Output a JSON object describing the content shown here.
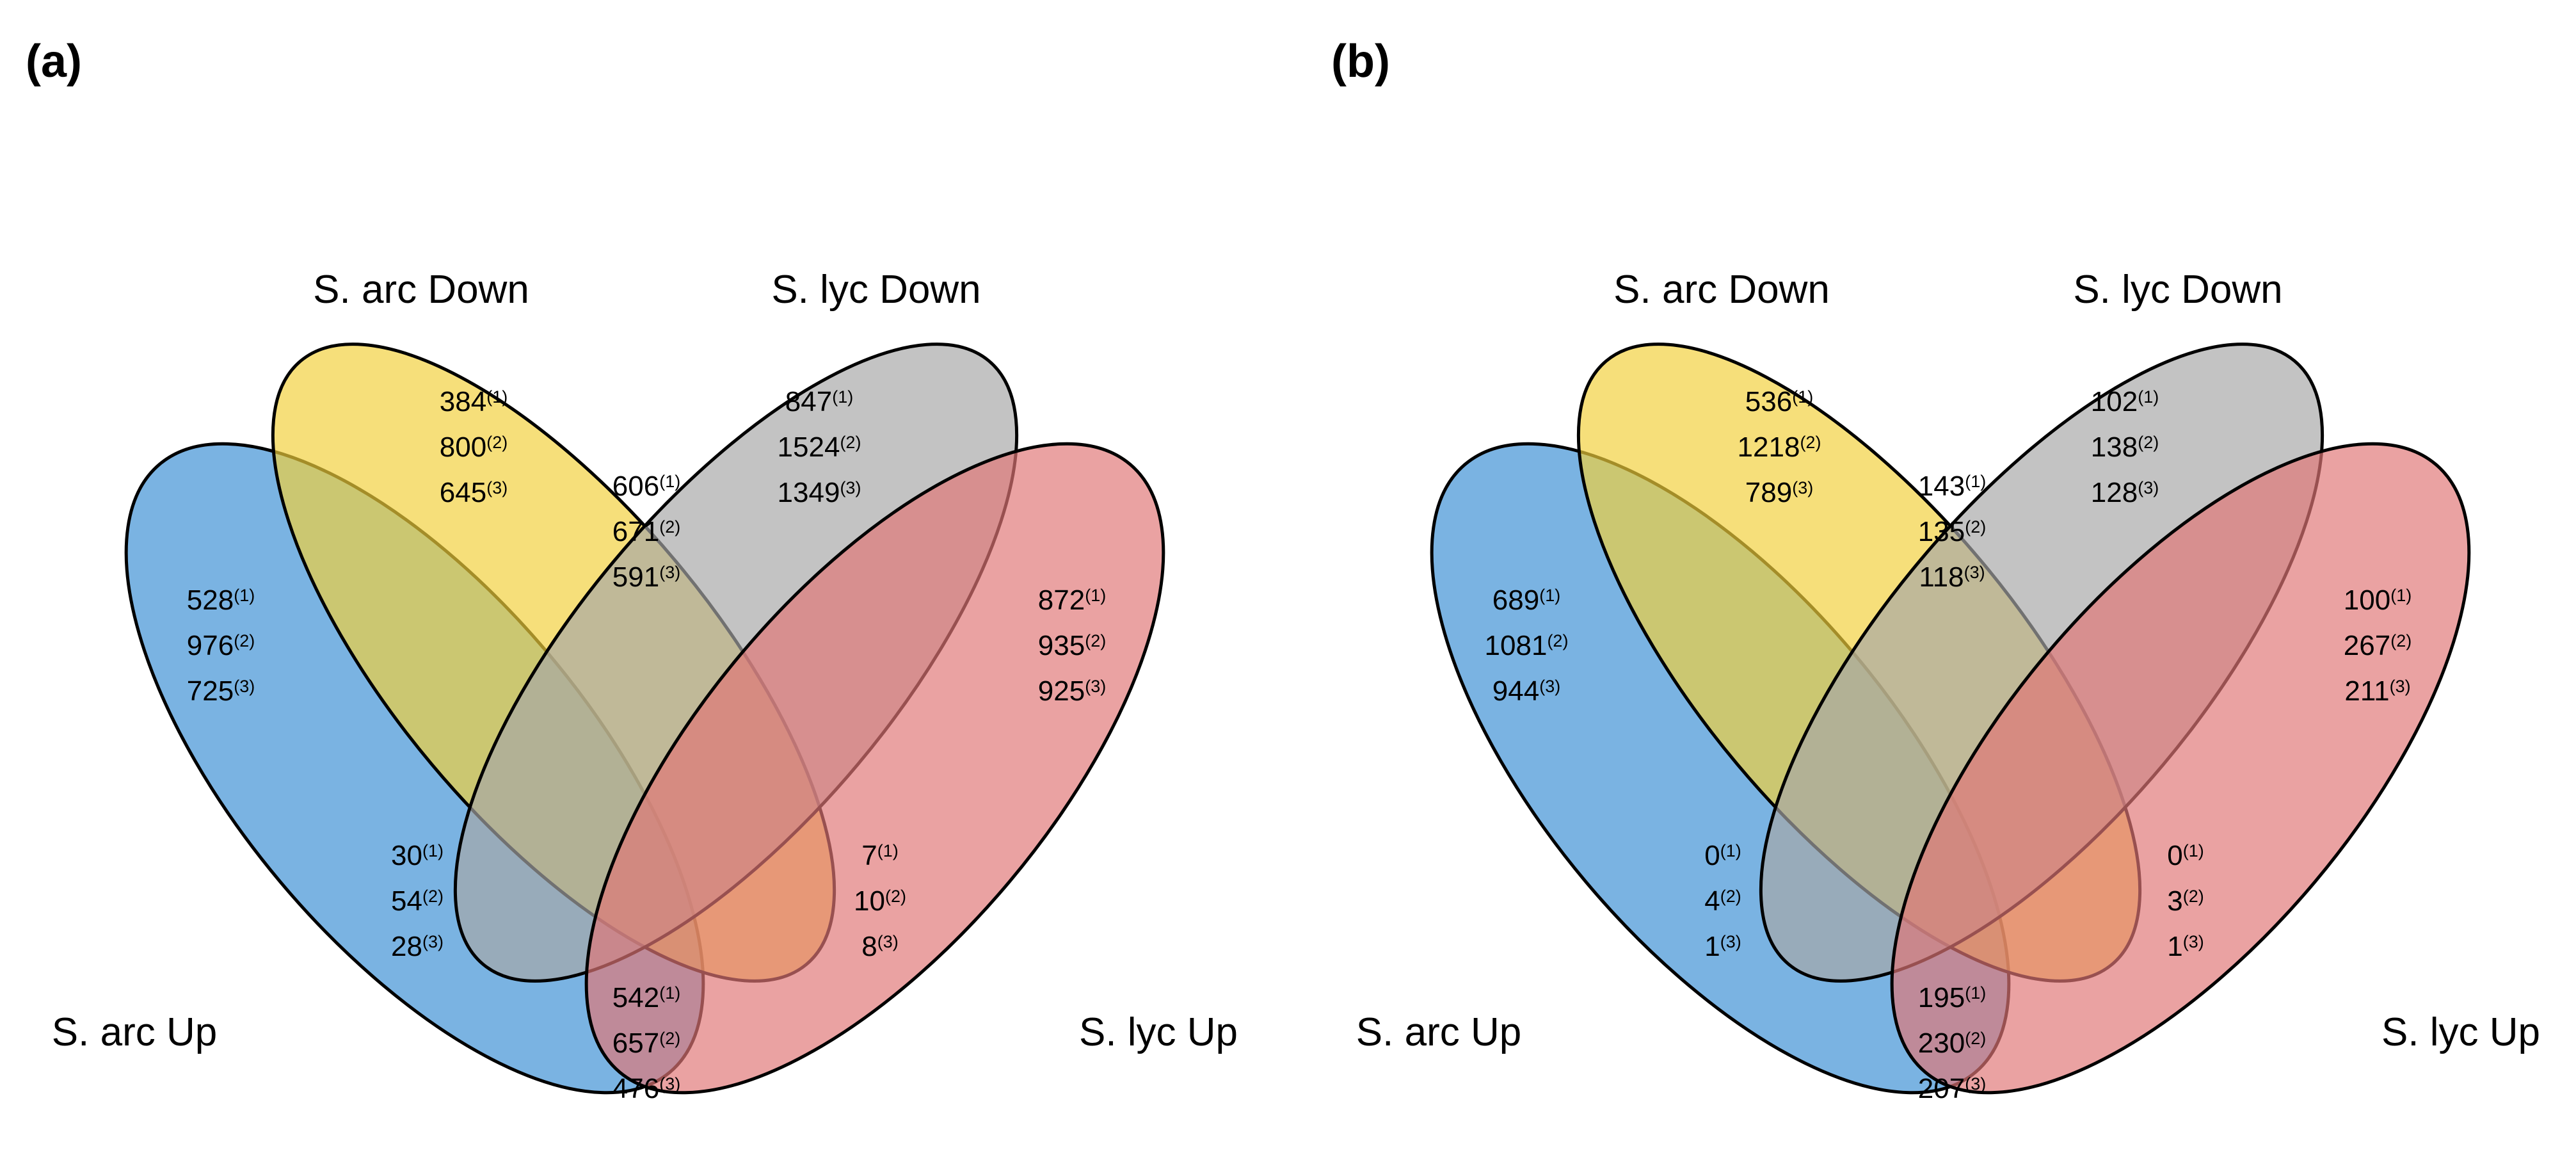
{
  "colors": {
    "s_arc_up": "#3b8fd4",
    "s_arc_down": "#f2d03b",
    "s_lyc_down": "#a6a6a6",
    "s_lyc_up": "#e07676"
  },
  "panels": [
    {
      "label": "(a)",
      "sets": {
        "s_arc_up": "S. arc Up",
        "s_arc_down": "S. arc Down",
        "s_lyc_down": "S. lyc Down",
        "s_lyc_up": "S. lyc Up"
      },
      "regions": {
        "arc_up_only": [
          [
            "528",
            "(1)"
          ],
          [
            "976",
            "(2)"
          ],
          [
            "725",
            "(3)"
          ]
        ],
        "arc_down_only": [
          [
            "384",
            "(1)"
          ],
          [
            "800",
            "(2)"
          ],
          [
            "645",
            "(3)"
          ]
        ],
        "lyc_down_only": [
          [
            "847",
            "(1)"
          ],
          [
            "1524",
            "(2)"
          ],
          [
            "1349",
            "(3)"
          ]
        ],
        "lyc_up_only": [
          [
            "872",
            "(1)"
          ],
          [
            "935",
            "(2)"
          ],
          [
            "925",
            "(3)"
          ]
        ],
        "arc_down_lyc_down": [
          [
            "606",
            "(1)"
          ],
          [
            "671",
            "(2)"
          ],
          [
            "591",
            "(3)"
          ]
        ],
        "arc_up_lyc_down": [
          [
            "30",
            "(1)"
          ],
          [
            "54",
            "(2)"
          ],
          [
            "28",
            "(3)"
          ]
        ],
        "arc_down_lyc_up": [
          [
            "7",
            "(1)"
          ],
          [
            "10",
            "(2)"
          ],
          [
            "8",
            "(3)"
          ]
        ],
        "arc_up_lyc_up": [
          [
            "542",
            "(1)"
          ],
          [
            "657",
            "(2)"
          ],
          [
            "476",
            "(3)"
          ]
        ]
      }
    },
    {
      "label": "(b)",
      "sets": {
        "s_arc_up": "S. arc Up",
        "s_arc_down": "S. arc Down",
        "s_lyc_down": "S. lyc Down",
        "s_lyc_up": "S. lyc Up"
      },
      "regions": {
        "arc_up_only": [
          [
            "689",
            "(1)"
          ],
          [
            "1081",
            "(2)"
          ],
          [
            "944",
            "(3)"
          ]
        ],
        "arc_down_only": [
          [
            "536",
            "(1)"
          ],
          [
            "1218",
            "(2)"
          ],
          [
            "789",
            "(3)"
          ]
        ],
        "lyc_down_only": [
          [
            "102",
            "(1)"
          ],
          [
            "138",
            "(2)"
          ],
          [
            "128",
            "(3)"
          ]
        ],
        "lyc_up_only": [
          [
            "100",
            "(1)"
          ],
          [
            "267",
            "(2)"
          ],
          [
            "211",
            "(3)"
          ]
        ],
        "arc_down_lyc_down": [
          [
            "143",
            "(1)"
          ],
          [
            "135",
            "(2)"
          ],
          [
            "118",
            "(3)"
          ]
        ],
        "arc_up_lyc_down": [
          [
            "0",
            "(1)"
          ],
          [
            "4",
            "(2)"
          ],
          [
            "1",
            "(3)"
          ]
        ],
        "arc_down_lyc_up": [
          [
            "0",
            "(1)"
          ],
          [
            "3",
            "(2)"
          ],
          [
            "1",
            "(3)"
          ]
        ],
        "arc_up_lyc_up": [
          [
            "195",
            "(1)"
          ],
          [
            "230",
            "(2)"
          ],
          [
            "207",
            "(3)"
          ]
        ]
      }
    }
  ]
}
